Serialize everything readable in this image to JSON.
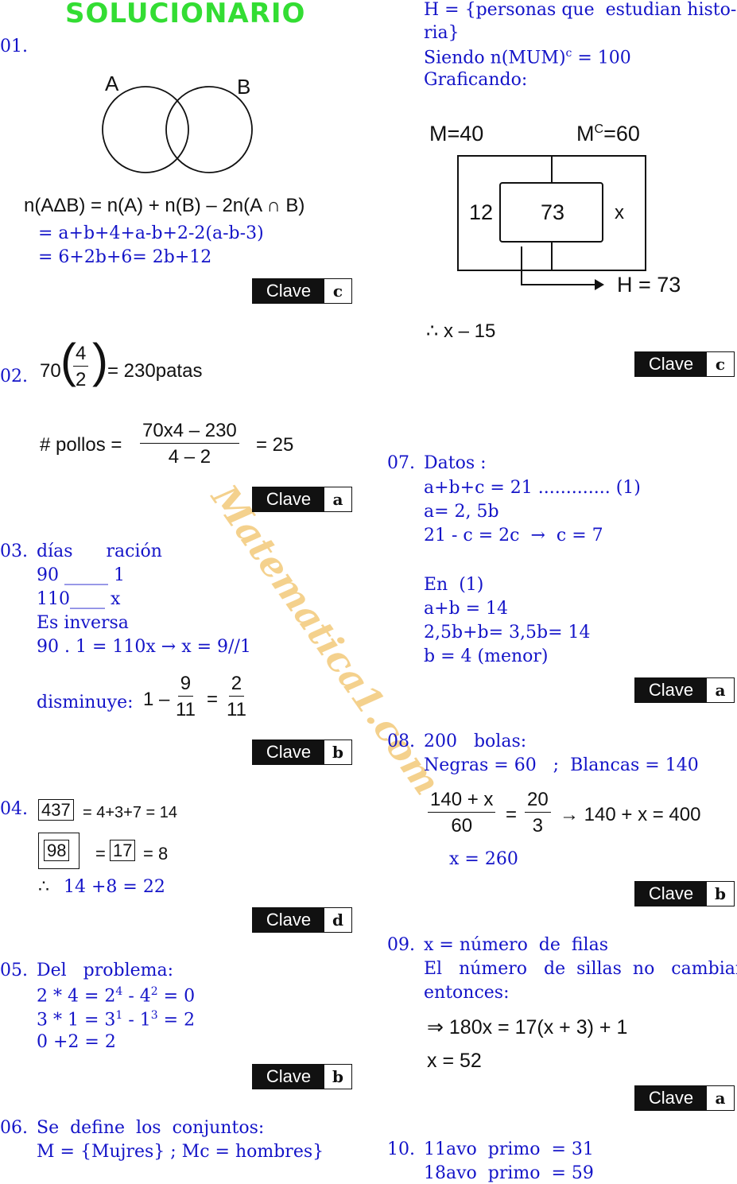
{
  "title": "SOLUCIONARIO",
  "watermark": "Matematica1.com",
  "clave_label": "Clave",
  "p01": {
    "num": "01.",
    "set_a": "A",
    "set_b": "B",
    "formula": "n(AΔB) = n(A) + n(B) – 2n(A ∩ B)",
    "line1": "= a+b+4+a-b+2-2(a-b-3)",
    "line2": "= 6+2b+6= 2b+12",
    "answer": "c"
  },
  "p02": {
    "num": "02.",
    "prefix": "70",
    "frac_num": "4",
    "frac_den": "2",
    "suffix": "= 230patas",
    "pollos_label": "# pollos =",
    "pollos_num": "70x4 – 230",
    "pollos_den": "4 – 2",
    "pollos_res": "= 25",
    "answer": "a"
  },
  "p03": {
    "num": "03.",
    "header": "días      ración",
    "r1": "90 _____ 1",
    "r2": "110____  x",
    "r3": "Es  inversa",
    "r4": "90 . 1 = 110x  →  x = 9//1",
    "dis_label": "disminuye:",
    "dis_one": "1 –",
    "dis_num": "9",
    "dis_den": "11",
    "dis_eq": "=",
    "dis_num2": "2",
    "dis_den2": "11",
    "answer": "b"
  },
  "p04": {
    "num": "04.",
    "box1": "437",
    "eq1": "= 4+3+7 = 14",
    "box2": "98",
    "eq2_pre": "=",
    "box3": "17",
    "eq2_post": "= 8",
    "therefore": "∴",
    "result": "14 +8 = 22",
    "answer": "d"
  },
  "p05": {
    "num": "05.",
    "l1": "Del   problema:",
    "l2_a": "2 * 4 = 2",
    "l2_e1": "4",
    "l2_b": " - 4",
    "l2_e2": "2",
    "l2_c": " = 0",
    "l3_a": "3 * 1 = 3",
    "l3_e1": "1",
    "l3_b": " - 1",
    "l3_e2": "3",
    "l3_c": " = 2",
    "l4": "0 +2 = 2",
    "answer": "b"
  },
  "p06": {
    "num": "06.",
    "l1": "Se  define  los  conjuntos:",
    "l2": "M = {Mujres} ; Mc = hombres}",
    "l3": "H = {personas que  estudian histo-",
    "l4": "ria}",
    "l5_a": "Siendo n(MUM)",
    "l5_sup": "c",
    "l5_b": " = 100",
    "l6": "Graficando:",
    "m_label": "M=40",
    "mc_label_a": "M",
    "mc_label_sup": "C",
    "mc_label_b": "=60",
    "v_left": "12",
    "v_mid": "73",
    "v_right": "x",
    "h_label": "H = 73",
    "conclusion": "∴ x – 15",
    "answer": "c"
  },
  "p07": {
    "num": "07.",
    "l1": "Datos :",
    "l2": "a+b+c = 21 ............. (1)",
    "l3": "a= 2, 5b",
    "l4": "21 - c = 2c  →  c = 7",
    "l5": "En  (1)",
    "l6": "a+b = 14",
    "l7": "2,5b+b= 3,5b= 14",
    "l8": "b = 4 (menor)",
    "answer": "a"
  },
  "p08": {
    "num": "08.",
    "l1": "200   bolas:",
    "l2": "Negras = 60   ;  Blancas = 140",
    "f_num": "140 + x",
    "f_den": "60",
    "f_eq": "=",
    "f_num2": "20",
    "f_den2": "3",
    "f_res": "→ 140 + x = 400",
    "l3": "x = 260",
    "answer": "b"
  },
  "p09": {
    "num": "09.",
    "l1": "x = número  de  filas",
    "l2": "El   número   de  sillas  no   cambian",
    "l3": "entonces:",
    "eq1": "⇒ 180x = 17(x + 3) + 1",
    "eq2": "x = 52",
    "answer": "a"
  },
  "p10": {
    "num": "10.",
    "l1": "11avo  primo  = 31",
    "l2": "18avo  primo  = 59"
  }
}
